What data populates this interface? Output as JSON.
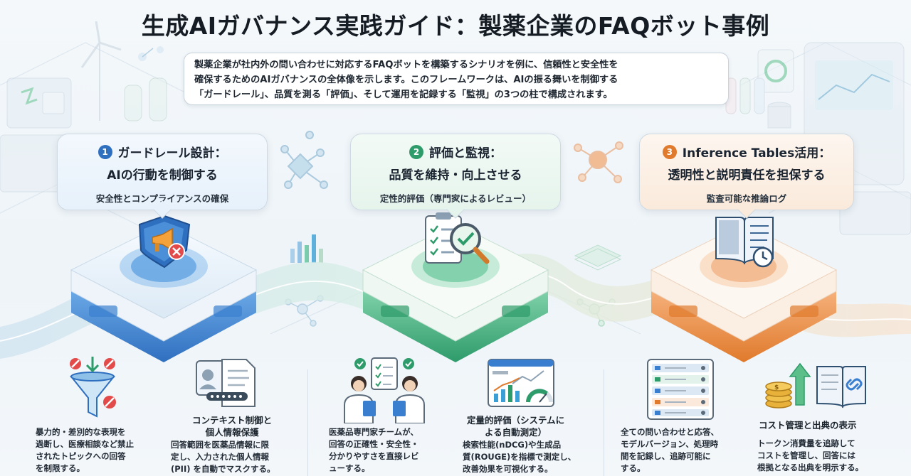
{
  "title": "生成AIガバナンス実践ガイド：製薬企業のFAQボット事例",
  "intro": [
    "製薬企業が社内外の問い合わせに対応するFAQボットを構築するシナリオを例に、信頼性と安全性を",
    "確保するためのAIガバナンスの全体像を示します。このフレームワークは、AIの振る舞いを制御する",
    "「ガードレール」、品質を測る「評価」、そして運用を記録する「監視」の3つの柱で構成されます。"
  ],
  "pillars": [
    {
      "number": "1",
      "title_line1": "ガードレール設計：",
      "title_line2": "AIの行動を制御する",
      "subtitle": "安全性とコンプライアンスの確保",
      "color": "#2f6fbf",
      "icon": "shield-megaphone-icon"
    },
    {
      "number": "2",
      "title_line1": "評価と監視：",
      "title_line2": "品質を維持・向上させる",
      "subtitle": "定性的評価（専門家によるレビュー）",
      "color": "#2e9b6a",
      "icon": "checklist-magnifier-icon"
    },
    {
      "number": "3",
      "title_line1": "Inference Tables活用：",
      "title_line2": "透明性と説明責任を担保する",
      "subtitle": "監査可能な推論ログ",
      "color": "#e07a2c",
      "icon": "log-book-clock-icon"
    }
  ],
  "features": [
    {
      "icon": "filter-funnel-icon",
      "title": "",
      "desc": [
        "暴力的・差別的な表現を",
        "過断し、医療相談など禁止",
        "されたトピックへの回答",
        "を制限する。"
      ]
    },
    {
      "icon": "id-document-icon",
      "title": [
        "コンテキスト制御と",
        "個人情報保護"
      ],
      "desc": [
        "回答範囲を医薬品情報に限",
        "定し、入力された個人情報",
        "(PII) を自動でマスクする。"
      ]
    },
    {
      "icon": "expert-team-icon",
      "title": "",
      "desc": [
        "医薬品専門家チームが、",
        "回答の正確性・安全性・",
        "分かりやすさを直接レビ",
        "ューする。"
      ]
    },
    {
      "icon": "dashboard-chart-icon",
      "title": [
        "定量的評価（システムに",
        "よる自動測定）"
      ],
      "desc": [
        "検索性能(nDCG)や生成品",
        "質(ROUGE)を指標で測定し、",
        "改善効果を可視化する。"
      ]
    },
    {
      "icon": "log-table-icon",
      "title": "",
      "desc": [
        "全ての問い合わせと応答、",
        "モデルバージョン、処理時",
        "間を記録し、追跡可能に",
        "する。"
      ]
    },
    {
      "icon": "coins-book-icon",
      "title": [
        "コスト管理と出典の表示"
      ],
      "desc": [
        "トークン消費量を追跡して",
        "コストを管理し、回答には",
        "根拠となる出典を明示する。"
      ]
    }
  ],
  "colors": {
    "blue": "#2f6fbf",
    "green": "#2e9b6a",
    "orange": "#e07a2c",
    "background": "#f4f8fb"
  }
}
